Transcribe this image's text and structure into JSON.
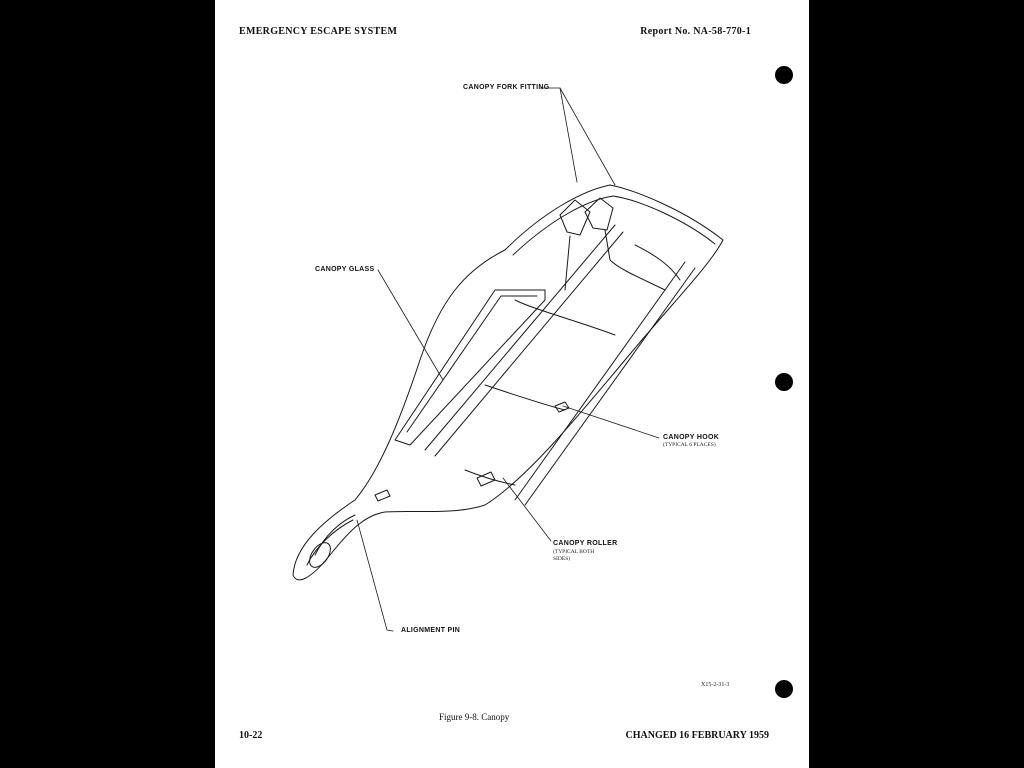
{
  "header": {
    "left": "EMERGENCY ESCAPE SYSTEM",
    "right": "Report No. NA-58-770-1"
  },
  "callouts": {
    "fork_fitting": "CANOPY FORK FITTING",
    "glass": "CANOPY GLASS",
    "hook": "CANOPY HOOK",
    "hook_note": "(TYPICAL 6 PLACES)",
    "roller": "CANOPY ROLLER",
    "roller_note": "(TYPICAL BOTH\nSIDES)",
    "alignment_pin": "ALIGNMENT PIN"
  },
  "figure": {
    "id": "X15-2-31-3",
    "caption": "Figure 9-8.  Canopy"
  },
  "footer": {
    "page": "10-22",
    "changed": "CHANGED 16 FEBRUARY 1959"
  }
}
